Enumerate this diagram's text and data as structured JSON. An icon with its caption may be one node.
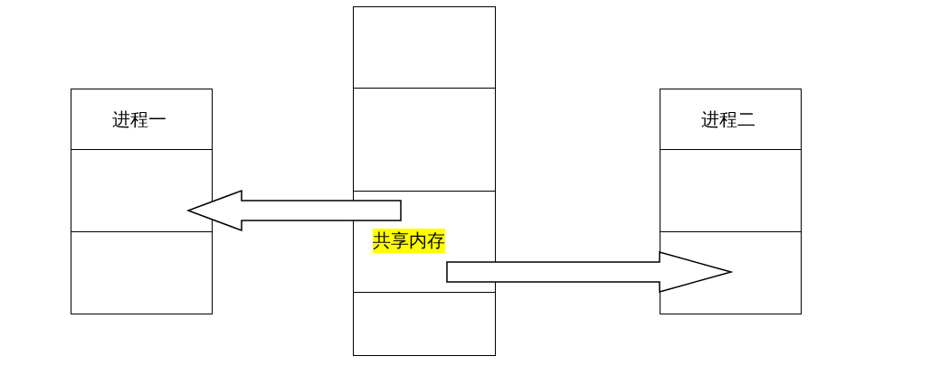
{
  "diagram": {
    "nodes": [
      {
        "text": [
          "进程一"
        ]
      },
      {
        "text": [],
        "shape": "box"
      },
      {
        "text": [],
        "shape": "box"
      },
      {
        "text": [],
        "shape": "box"
      },
      {
        "text": [],
        "shape": "box"
      },
      {
        "text": [
          "共享内存"
        ]
      },
      {
        "text": [],
        "shape": "box"
      },
      {
        "text": [
          "进程二"
        ]
      },
      {
        "text": [],
        "shape": "box"
      },
      {
        "text": [],
        "shape": "box"
      }
    ],
    "edges": [
      {
        "from": 5,
        "to": 1,
        "arrow": "to"
      },
      {
        "from": 5,
        "to": 9,
        "arrow": "to"
      }
    ]
  }
}
